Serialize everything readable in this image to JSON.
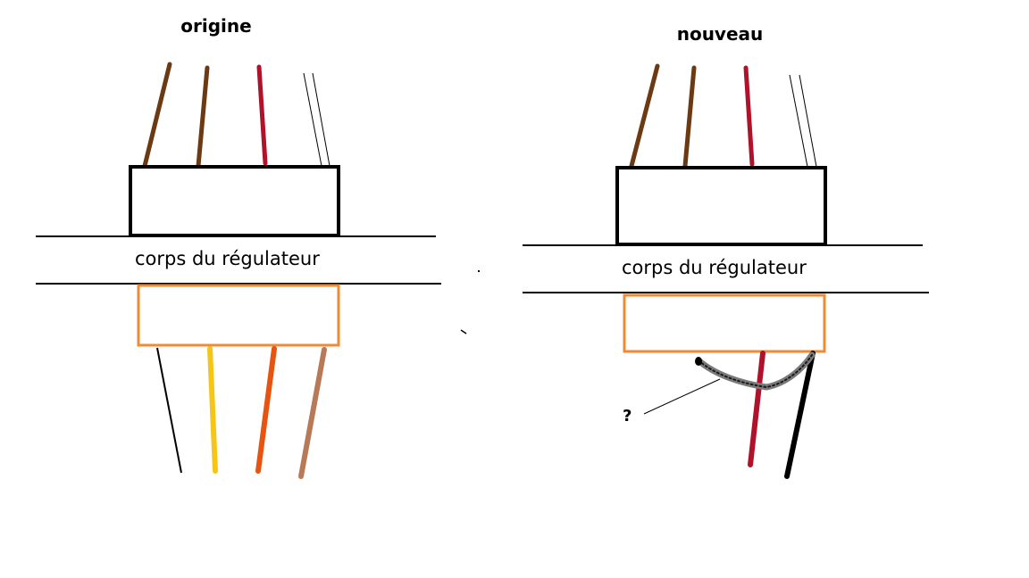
{
  "diagram": {
    "left_panel": {
      "title": "origine",
      "body_label": "corps du régulateur"
    },
    "right_panel": {
      "title": "nouveau",
      "body_label": "corps du régulateur",
      "question_label": "?"
    }
  },
  "colors": {
    "wire_brown_dark": "#6b3a12",
    "wire_red": "#b0112b",
    "wire_yellow": "#f5c518",
    "wire_orange": "#e8530f",
    "wire_tan": "#b87a56",
    "wire_black": "#000000",
    "connector_top": "#000000",
    "connector_bottom": "#f08a34",
    "added_jumper": "#7a7a7a"
  }
}
